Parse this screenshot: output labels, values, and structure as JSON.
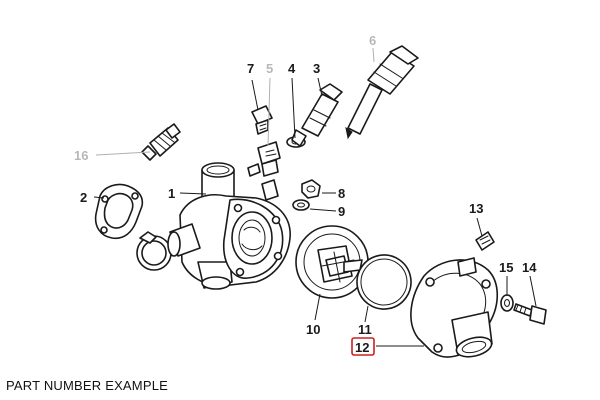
{
  "caption": "PART NUMBER EXAMPLE",
  "colors": {
    "line": "#1a1a1a",
    "inactive_label": "#b8b8b8",
    "highlight": "#cc2020"
  },
  "callouts": [
    {
      "id": "1",
      "label": "1",
      "state": "normal"
    },
    {
      "id": "2",
      "label": "2",
      "state": "normal"
    },
    {
      "id": "3",
      "label": "3",
      "state": "normal"
    },
    {
      "id": "4",
      "label": "4",
      "state": "normal"
    },
    {
      "id": "5",
      "label": "5",
      "state": "inactive"
    },
    {
      "id": "6",
      "label": "6",
      "state": "inactive"
    },
    {
      "id": "7",
      "label": "7",
      "state": "normal"
    },
    {
      "id": "8",
      "label": "8",
      "state": "normal"
    },
    {
      "id": "9",
      "label": "9",
      "state": "normal"
    },
    {
      "id": "10",
      "label": "10",
      "state": "normal"
    },
    {
      "id": "11",
      "label": "11",
      "state": "normal"
    },
    {
      "id": "12",
      "label": "12",
      "state": "highlighted"
    },
    {
      "id": "13",
      "label": "13",
      "state": "normal"
    },
    {
      "id": "14",
      "label": "14",
      "state": "normal"
    },
    {
      "id": "15",
      "label": "15",
      "state": "normal"
    },
    {
      "id": "16",
      "label": "16",
      "state": "inactive"
    }
  ]
}
